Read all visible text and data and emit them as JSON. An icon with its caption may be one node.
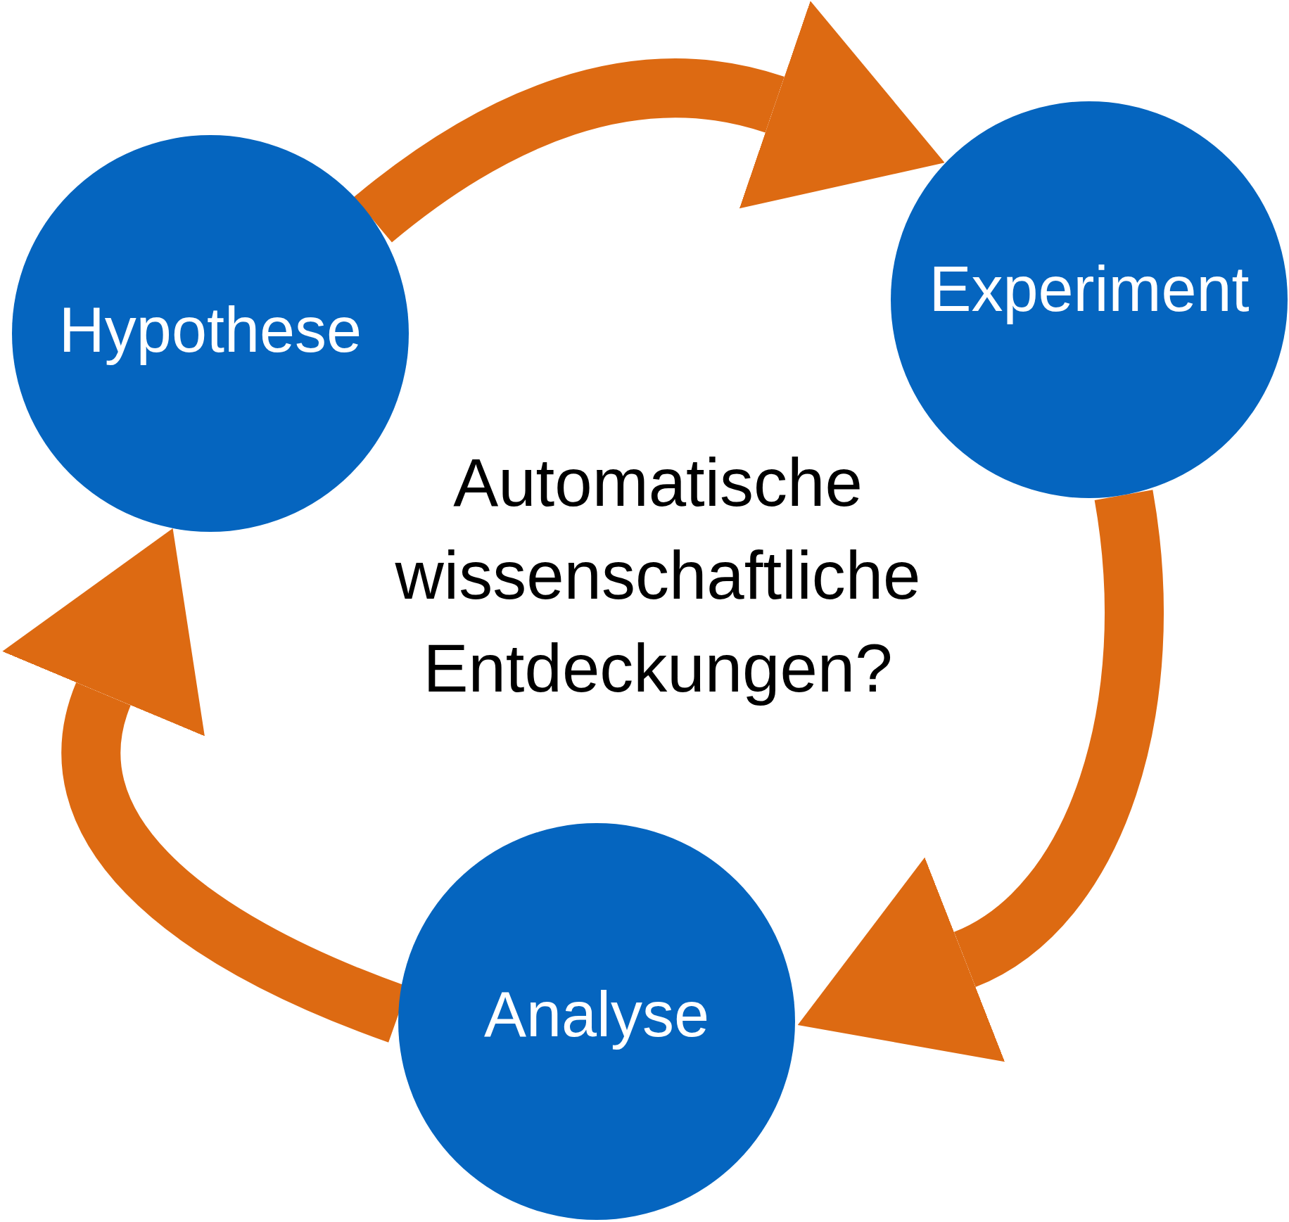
{
  "diagram": {
    "nodes": [
      {
        "text": [
          "Hypothese"
        ]
      },
      {
        "text": [
          "Experiment"
        ]
      },
      {
        "text": [
          "Analyse"
        ]
      }
    ],
    "edges": [
      {
        "from": 0,
        "to": 1,
        "arrow": "to"
      },
      {
        "from": 1,
        "to": 2,
        "arrow": "to"
      },
      {
        "from": 2,
        "to": 0,
        "arrow": "to"
      }
    ],
    "labels": [
      "Automatische wissenschaftliche Entdeckungen?"
    ]
  }
}
